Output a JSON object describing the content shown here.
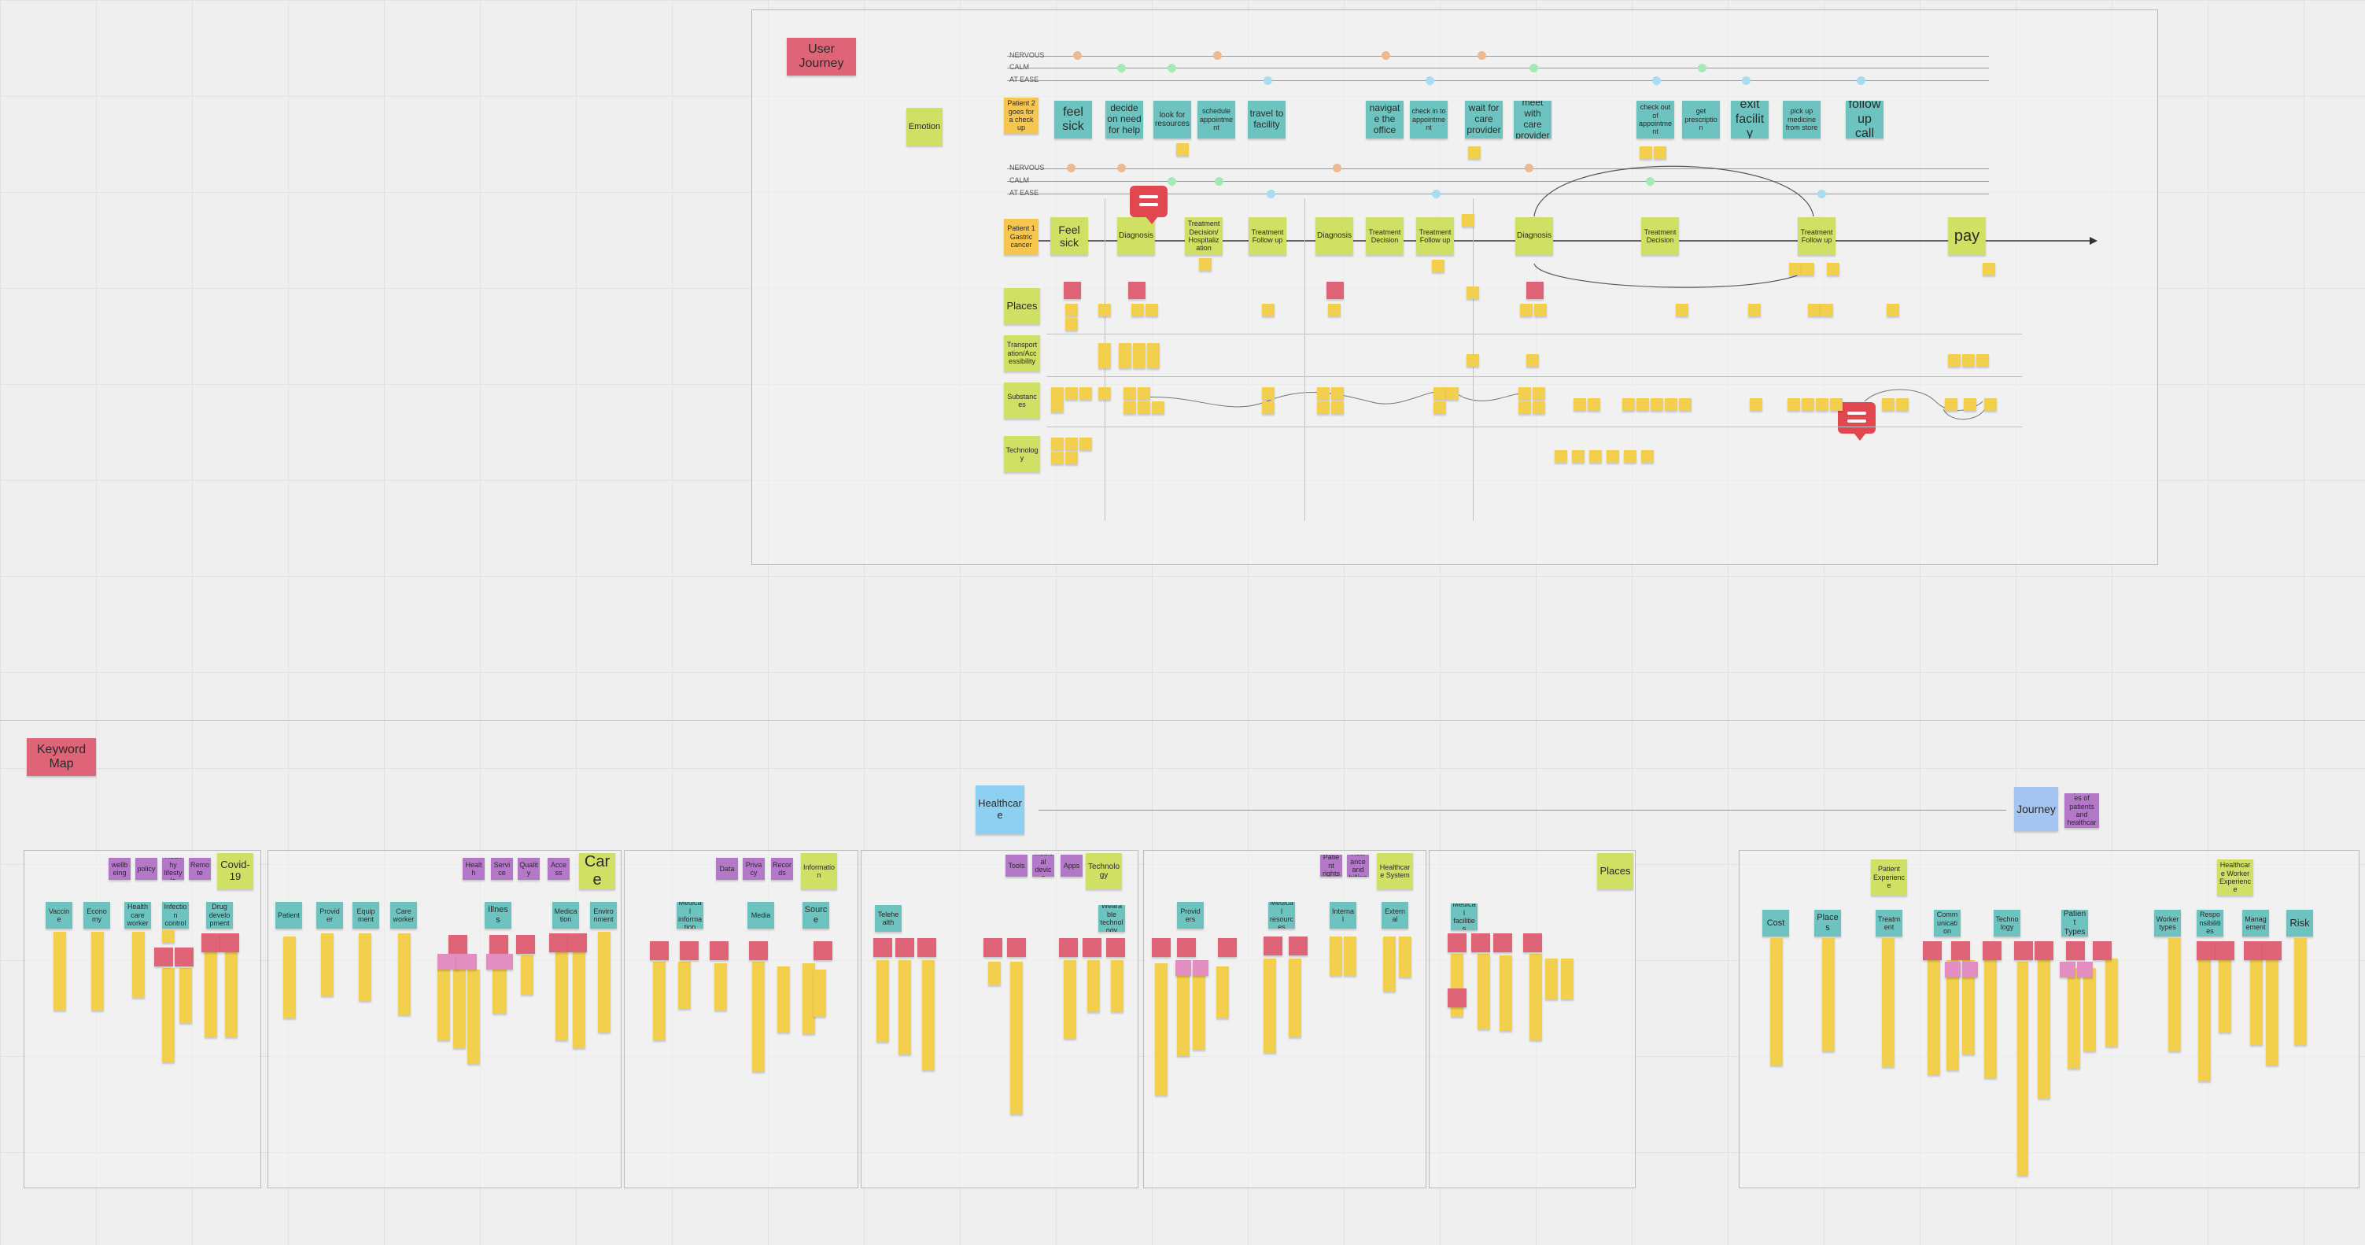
{
  "journey": {
    "title": "User Journey",
    "emotion_label": "Emotion",
    "levels": [
      "NERVOUS",
      "CALM",
      "AT EASE"
    ],
    "patient2": {
      "persona": "Patient 2 goes for a check up",
      "steps": [
        "feel sick",
        "decide on need for help",
        "look for resources",
        "schedule appointment",
        "travel to facility",
        "navigate the office",
        "check in to appointment",
        "wait for care provider",
        "meet with care provider",
        "check out of appointment",
        "get prescription",
        "exit facility",
        "pick up medicine from store",
        "follow up call"
      ]
    },
    "patient1": {
      "persona": "Patient 1 Gastric cancer",
      "steps": [
        "Feel sick",
        "Diagnosis",
        "Treatment Decision/ Hospitalization",
        "Treatment Follow up",
        "Diagnosis",
        "Treatment Decision",
        "Treatment Follow up",
        "Diagnosis",
        "Treatment Decision",
        "Treatment Follow up",
        "pay"
      ]
    },
    "rows": [
      "Places",
      "Transportation/Accessibility",
      "Substances",
      "Technology"
    ]
  },
  "keyword_map": {
    "title": "Keyword Map",
    "healthcare": "Healthcare",
    "journey": "Journey",
    "journey_note": "experiences of patients and healthcare workers",
    "covid": {
      "header": "Covid-19",
      "purple": [
        "wellbeing",
        "policy",
        "Healthy lifestyle",
        "Remote"
      ],
      "teal": [
        "Vaccine",
        "Economy",
        "Healthcare worker",
        "Infection control",
        "Drug development"
      ]
    },
    "care": {
      "header": "Care",
      "purple": [
        "Health",
        "Service",
        "Quality",
        "Access"
      ],
      "teal": [
        "Patient",
        "Provider",
        "Equipment",
        "Care worker",
        "Illness",
        "Medication",
        "Environment"
      ]
    },
    "information": {
      "header": "Information",
      "purple": [
        "Data",
        "Privacy",
        "Records"
      ],
      "teal": [
        "Medical information",
        "Media",
        "Source"
      ]
    },
    "technology": {
      "header": "Technology",
      "purple": [
        "Tools",
        "Medical device",
        "Apps"
      ],
      "teal": [
        "Telehealth",
        "Wearable technology"
      ]
    },
    "healthcare_system": {
      "header": "Healthcare System",
      "purple": [
        "Patient rights",
        "Insurance and billing"
      ],
      "teal": [
        "Providers",
        "Medical resources",
        "Internal",
        "External"
      ]
    },
    "places": {
      "header": "Places",
      "teal": [
        "Medical facilities"
      ]
    },
    "journey_group": {
      "header1": "Patient Experience",
      "header2": "Healthcare Worker Experience",
      "teal": [
        "Cost",
        "Places",
        "Treatment",
        "Communication",
        "Technology",
        "Patient Types",
        "Worker types",
        "Responsibilities",
        "Management",
        "Risk"
      ]
    }
  }
}
